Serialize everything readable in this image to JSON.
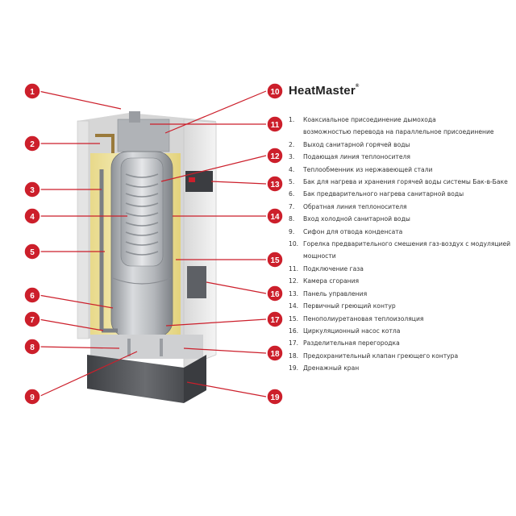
{
  "brand": {
    "name": "HeatMaster",
    "mark": "®"
  },
  "legend": [
    {
      "num": "1.",
      "lines": [
        "Коаксиальное присоединение дымохода",
        "возможностью перевода на параллельное присоединение"
      ]
    },
    {
      "num": "2.",
      "lines": [
        "Выход санитарной горячей воды"
      ]
    },
    {
      "num": "3.",
      "lines": [
        "Подающая линия теплоносителя"
      ]
    },
    {
      "num": "4.",
      "lines": [
        "Теплообменник из нержавеющей стали"
      ]
    },
    {
      "num": "5.",
      "lines": [
        "Бак для нагрева и хранения горячей воды системы Бак-в-Баке"
      ]
    },
    {
      "num": "6.",
      "lines": [
        "Бак предварительного нагрева санитарной воды"
      ]
    },
    {
      "num": "7.",
      "lines": [
        "Обратная линия теплоносителя"
      ]
    },
    {
      "num": "8.",
      "lines": [
        "Вход холодной санитарной воды"
      ]
    },
    {
      "num": "9.",
      "lines": [
        "Сифон для отвода конденсата"
      ]
    },
    {
      "num": "10.",
      "lines": [
        "Горелка предварительного смешения газ-воздух с модуляцией",
        "мощности"
      ]
    },
    {
      "num": "11.",
      "lines": [
        "Подключение газа"
      ]
    },
    {
      "num": "12.",
      "lines": [
        "Камера сгорания"
      ]
    },
    {
      "num": "13.",
      "lines": [
        "Панель управления"
      ]
    },
    {
      "num": "14.",
      "lines": [
        "Первичный греющий контур"
      ]
    },
    {
      "num": "15.",
      "lines": [
        "Пенополиуретановая теплоизоляция"
      ]
    },
    {
      "num": "16.",
      "lines": [
        "Циркуляционный насос котла"
      ]
    },
    {
      "num": "17.",
      "lines": [
        "Разделительная перегородка"
      ]
    },
    {
      "num": "18.",
      "lines": [
        "Предохранительный клапан греющего контура"
      ]
    },
    {
      "num": "19.",
      "lines": [
        "Дренажный кран"
      ]
    }
  ],
  "callouts_left": [
    "1",
    "2",
    "3",
    "4",
    "5",
    "6",
    "7",
    "8",
    "9"
  ],
  "callouts_right": [
    "10",
    "11",
    "12",
    "13",
    "14",
    "15",
    "16",
    "17",
    "18",
    "19"
  ],
  "colors": {
    "accent": "#cc1f2b",
    "insulation": "#f2e7a6",
    "tank": "#b9bcc0",
    "casing": "#e9e9e9",
    "base": "#5a5c60"
  }
}
